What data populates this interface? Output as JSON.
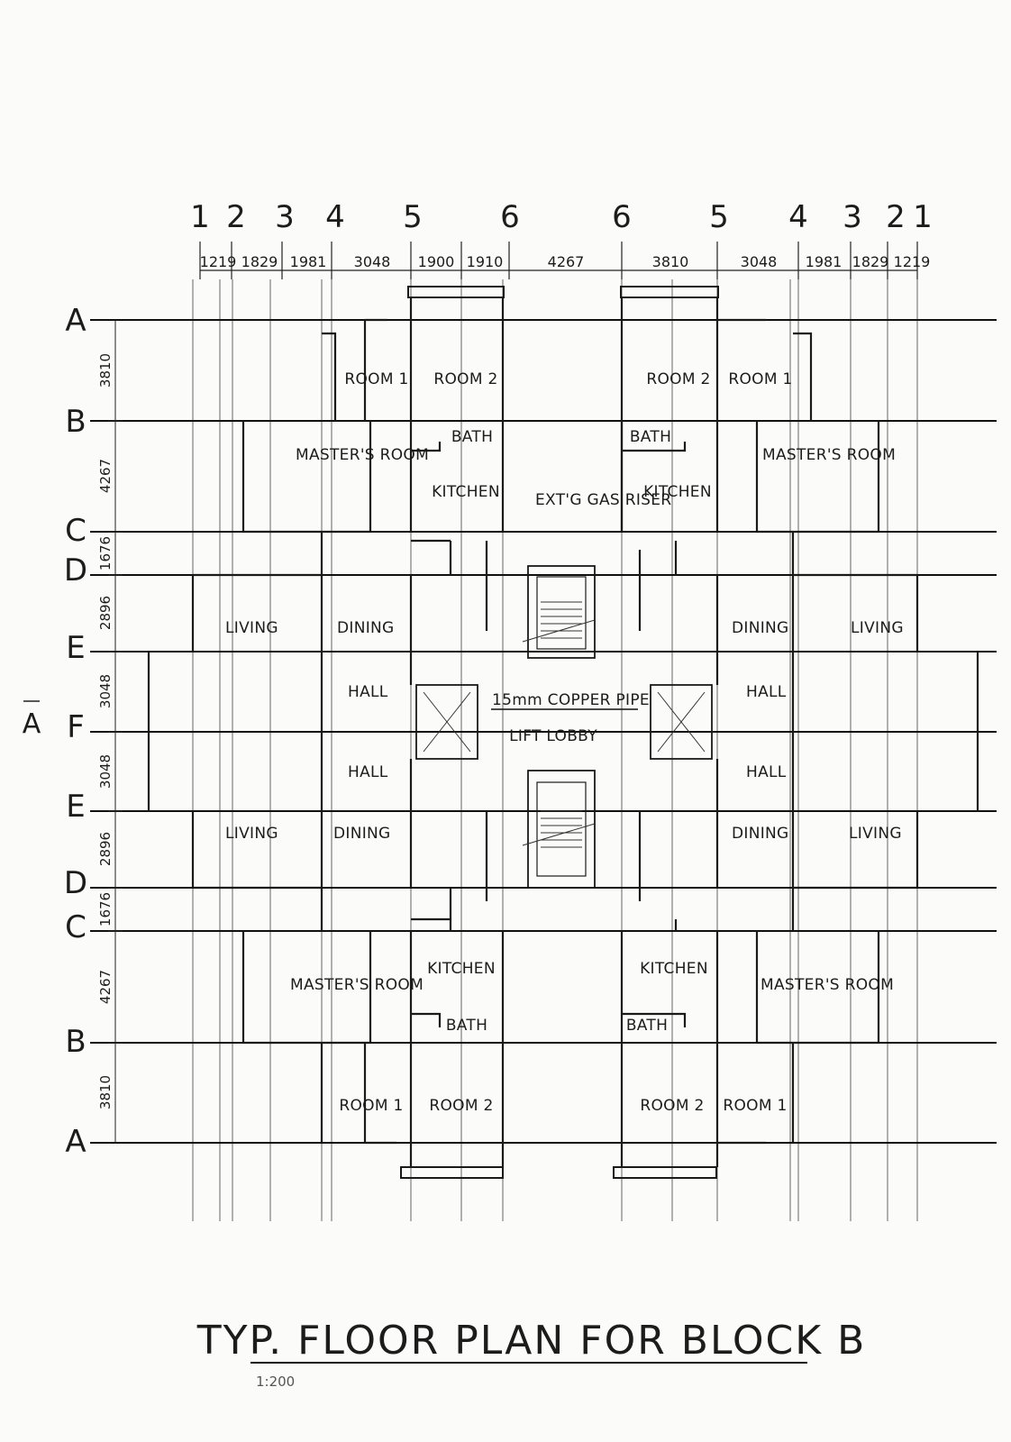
{
  "title": "TYP. FLOOR PLAN FOR BLOCK B",
  "scale": "1:200",
  "columns": [
    "1",
    "2",
    "3",
    "4",
    "5",
    "6",
    "6",
    "5",
    "4",
    "3",
    "2",
    "1"
  ],
  "column_dims": [
    "1219",
    "1829",
    "1981",
    "3048",
    "1900",
    "1910",
    "4267",
    "3810",
    "3048",
    "1981",
    "1829",
    "1219"
  ],
  "rows": [
    "A",
    "B",
    "C",
    "D",
    "E",
    "F",
    "E",
    "D",
    "C",
    "B",
    "A"
  ],
  "row_dims": [
    "3810",
    "4267",
    "1676",
    "2896",
    "3048",
    "3048",
    "2896",
    "1676",
    "4267",
    "3810"
  ],
  "section_mark": "A",
  "rooms": {
    "room1_tl": "ROOM 1",
    "room2_tl": "ROOM 2",
    "room2_tr": "ROOM 2",
    "room1_tr": "ROOM 1",
    "bath_tl": "BATH",
    "bath_tr": "BATH",
    "masters_tl": "MASTER'S ROOM",
    "masters_tr": "MASTER'S ROOM",
    "kitchen_tl": "KITCHEN",
    "kitchen_tr": "KITCHEN",
    "gas_riser": "EXT'G GAS RISER",
    "living_tl": "LIVING",
    "dining_tl": "DINING",
    "dining_tr": "DINING",
    "living_tr": "LIVING",
    "hall_tl": "HALL",
    "hall_tr": "HALL",
    "copper_pipe": "15mm COPPER PIPE",
    "lift_lobby": "LIFT LOBBY",
    "hall_bl": "HALL",
    "hall_br": "HALL",
    "living_bl": "LIVING",
    "dining_bl": "DINING",
    "dining_br": "DINING",
    "living_br": "LIVING",
    "masters_bl": "MASTER'S ROOM",
    "masters_br": "MASTER'S ROOM",
    "kitchen_bl": "KITCHEN",
    "kitchen_br": "KITCHEN",
    "bath_bl": "BATH",
    "bath_br": "BATH",
    "room1_bl": "ROOM 1",
    "room2_bl": "ROOM 2",
    "room2_br": "ROOM 2",
    "room1_br": "ROOM 1"
  }
}
